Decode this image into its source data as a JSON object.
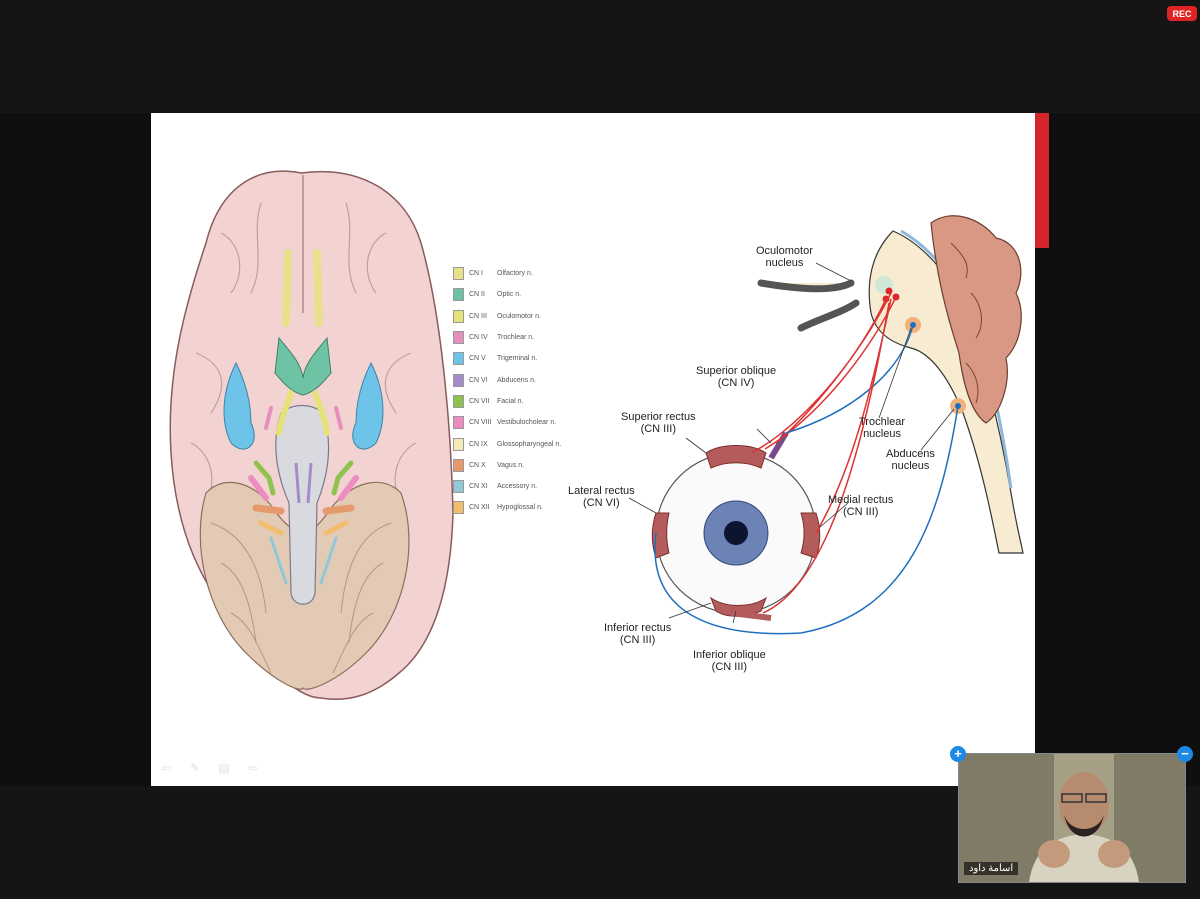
{
  "meeting": {
    "rec_label": "REC"
  },
  "legend": [
    {
      "code": "CN I",
      "name": "Olfactory n.",
      "color": "#e8e08a"
    },
    {
      "code": "CN II",
      "name": "Optic n.",
      "color": "#6fc3a5"
    },
    {
      "code": "CN III",
      "name": "Oculomotor n.",
      "color": "#e6e27a"
    },
    {
      "code": "CN IV",
      "name": "Trochlear n.",
      "color": "#e58fbd"
    },
    {
      "code": "CN V",
      "name": "Trigeminal n.",
      "color": "#6ec3e8"
    },
    {
      "code": "CN VI",
      "name": "Abducens n.",
      "color": "#a58cc8"
    },
    {
      "code": "CN VII",
      "name": "Facial n.",
      "color": "#8fc24f"
    },
    {
      "code": "CN VIII",
      "name": "Vestibulocholear n.",
      "color": "#ec8cc0"
    },
    {
      "code": "CN IX",
      "name": "Glossopharyngeal n.",
      "color": "#f5e9b8"
    },
    {
      "code": "CN X",
      "name": "Vagus n.",
      "color": "#e59a6c"
    },
    {
      "code": "CN XI",
      "name": "Accessory n.",
      "color": "#8fc8d8"
    },
    {
      "code": "CN XII",
      "name": "Hypoglossal n.",
      "color": "#f2be6e"
    }
  ],
  "labels": {
    "oculomotor_nucleus": "Oculomotor\nnucleus",
    "superior_oblique": "Superior oblique\n(CN IV)",
    "superior_rectus": "Superior rectus\n(CN III)",
    "trochlear_nucleus": "Trochlear\nnucleus",
    "abducens_nucleus": "Abducens\nnucleus",
    "lateral_rectus": "Lateral rectus\n(CN VI)",
    "medial_rectus": "Medial rectus\n(CN III)",
    "inferior_rectus": "Inferior rectus\n(CN III)",
    "inferior_oblique": "Inferior oblique\n(CN III)"
  },
  "slide_nav": {
    "prev_icon": "arrow-left-icon",
    "pen_icon": "pen-icon",
    "menu_icon": "menu-icon",
    "next_icon": "arrow-right-icon"
  },
  "video": {
    "participant_name": "اسامة داود",
    "add_icon": "plus-icon",
    "remove_icon": "minus-icon"
  }
}
